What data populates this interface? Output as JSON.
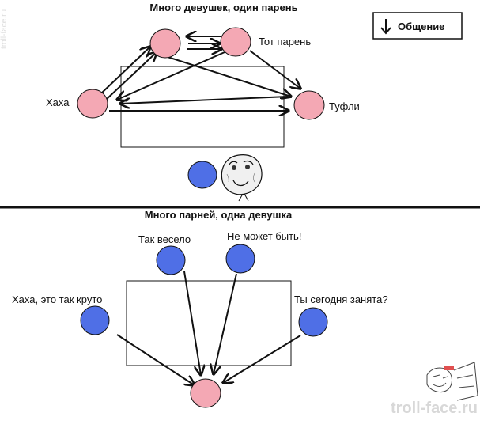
{
  "top_panel": {
    "title": "Много девушек, один парень",
    "legend_label": "Общение",
    "labels": {
      "that_guy": "Тот парень",
      "haha": "Хаха",
      "shoes": "Туфли"
    }
  },
  "bottom_panel": {
    "title": "Много парней, одна девушка",
    "labels": {
      "so_fun": "Так весело",
      "cant_be": "Не может быть!",
      "haha_cool": "Хаха, это так круто",
      "busy_today": "Ты сегодня занята?"
    }
  },
  "watermarks": {
    "side": "troll-face.ru",
    "corner": "troll-face.ru"
  },
  "colors": {
    "girl": "#f4a8b4",
    "guy": "#4f6fe6",
    "ink": "#111111"
  }
}
